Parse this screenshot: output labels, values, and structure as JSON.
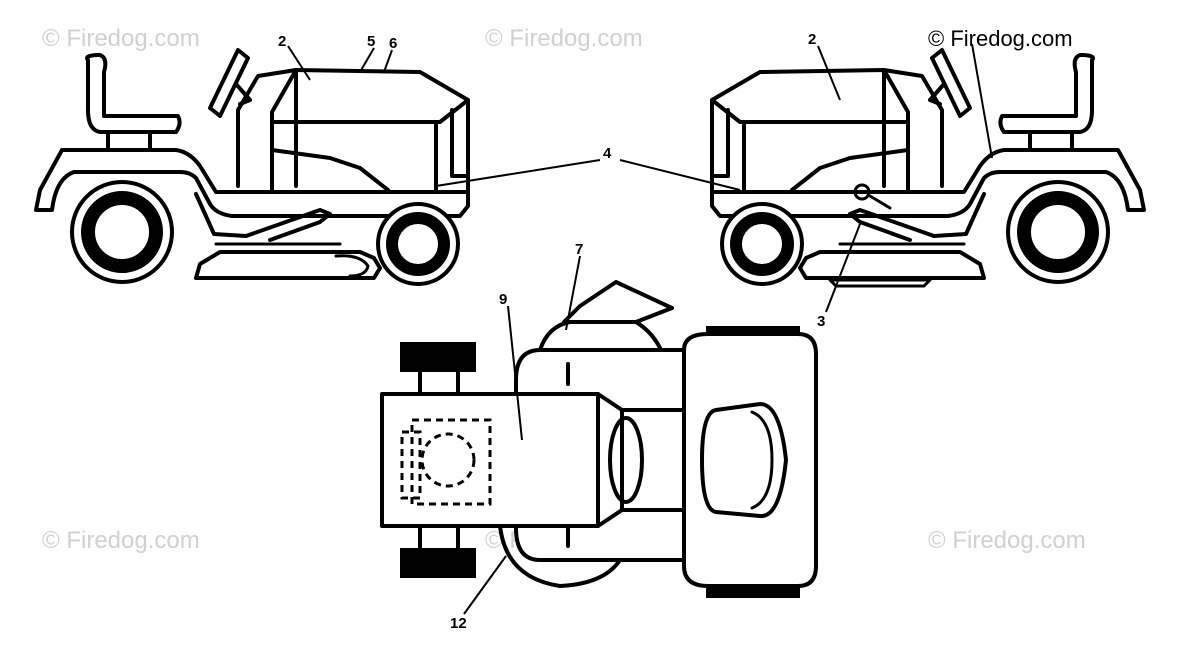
{
  "watermark": {
    "text": "© Firedog.com",
    "color_light": "#d0d0d0",
    "color_dark": "#000000"
  },
  "callouts": {
    "left_2": "2",
    "left_5": "5",
    "left_6": "6",
    "right_2": "2",
    "center_4": "4",
    "right_3": "3",
    "top_7": "7",
    "top_9": "9",
    "bottom_12": "12"
  }
}
